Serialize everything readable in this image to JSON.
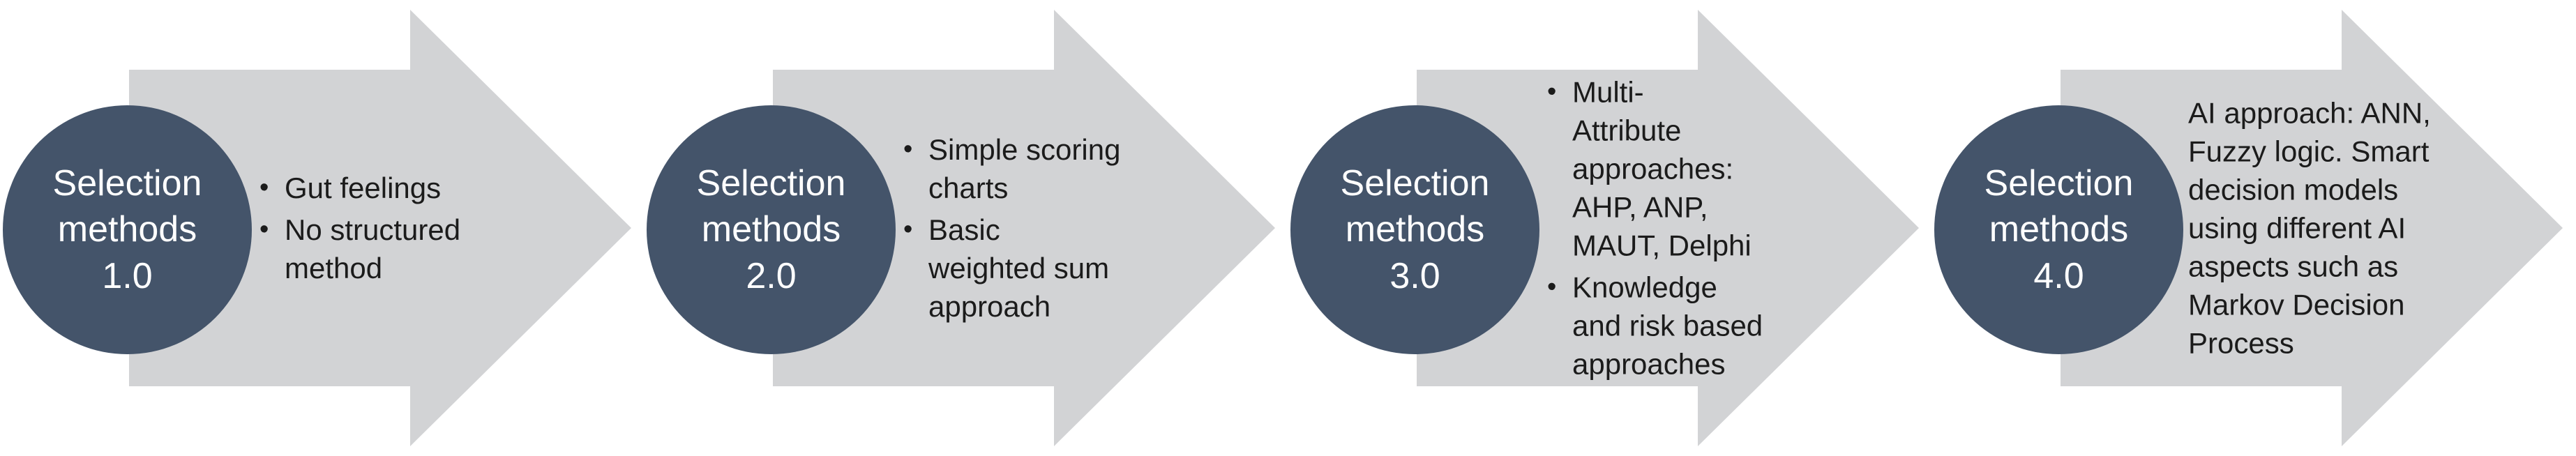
{
  "theme": {
    "background-color": "#ffffff",
    "arrow-color": "#d2d3d5",
    "circle-color": "#44546a",
    "circle-text-color": "#ffffff",
    "body-text-color": "#1b1b1b"
  },
  "diagram": {
    "bullet_char": "•",
    "units": [
      {
        "circle_label": "Selection\nmethods\n1.0",
        "bullets": [
          "Gut feelings",
          "No structured\nmethod"
        ]
      },
      {
        "circle_label": "Selection\nmethods\n2.0",
        "bullets": [
          "Simple scoring\ncharts",
          "Basic\nweighted sum\napproach"
        ]
      },
      {
        "circle_label": "Selection\nmethods\n3.0",
        "bullets": [
          "Multi-\nAttribute\napproaches:\nAHP, ANP,\nMAUT, Delphi",
          "Knowledge\nand risk based\napproaches"
        ]
      },
      {
        "circle_label": "Selection\nmethods\n4.0",
        "paragraph": "AI approach: ANN,\nFuzzy logic. Smart\ndecision models\nusing different AI\naspects such as\nMarkov Decision\nProcess"
      }
    ]
  }
}
